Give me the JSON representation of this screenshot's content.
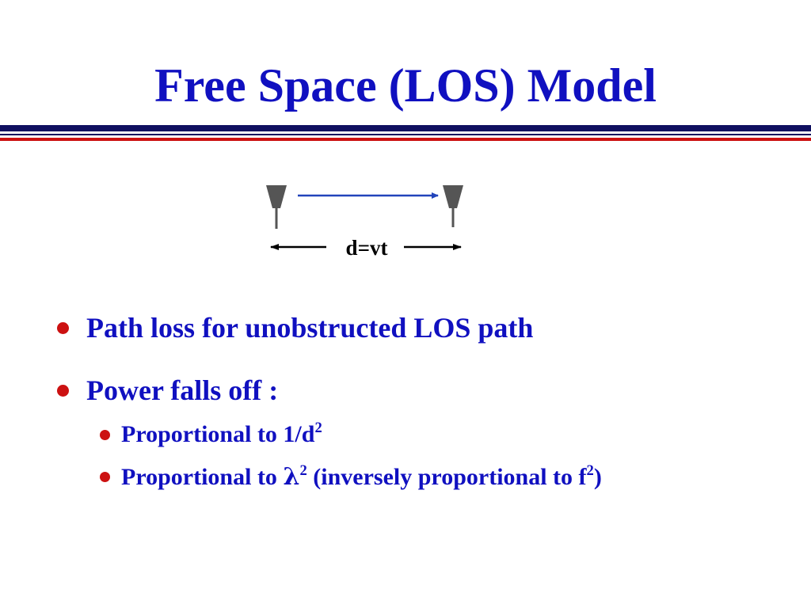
{
  "slide": {
    "title": "Free Space (LOS) Model",
    "diagram": {
      "distance_label": "d=vt"
    },
    "bullets": [
      {
        "text": "Path loss for unobstructed LOS path"
      },
      {
        "text": "Power falls off :"
      }
    ],
    "sub_bullets": [
      {
        "prefix": "Proportional to 1/d",
        "sup": "2"
      },
      {
        "prefix": "Proportional to ",
        "symbol": "λ",
        "symbol_sup": "2",
        "middle": " (inversely proportional to f",
        "middle_sup": "2",
        "suffix": ")"
      }
    ]
  },
  "colors": {
    "title": "#1010c0",
    "text": "#1010c0",
    "bullet_dot": "#cc1111",
    "rule_navy": "#101060",
    "rule_red": "#cc1111",
    "antenna": "#555555",
    "signal_arrow": "#2244bb",
    "distance_arrow": "#000000"
  }
}
